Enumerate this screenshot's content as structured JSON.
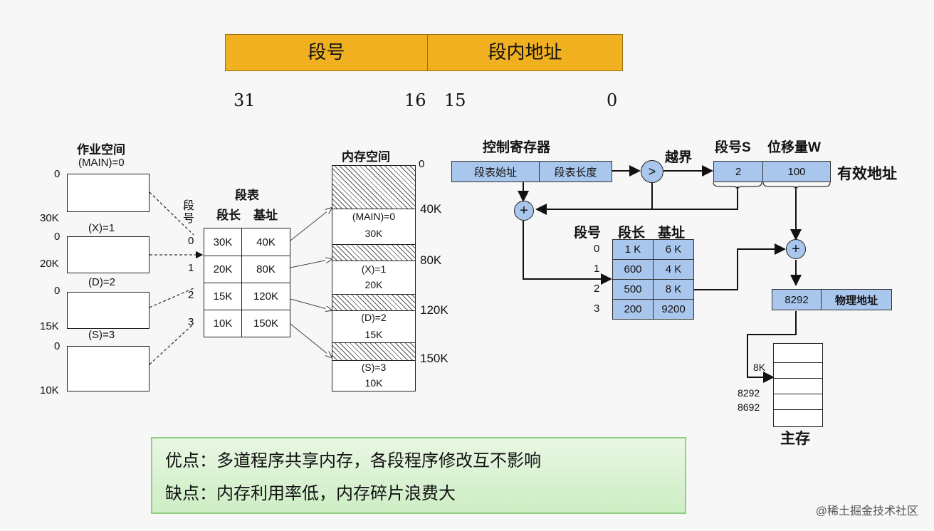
{
  "header_bar": {
    "seg_num_label": "段号",
    "seg_offset_label": "段内地址",
    "bit_31": "31",
    "bit_16": "16",
    "bit_15": "15",
    "bit_0": "0",
    "color": "#f0b020"
  },
  "job_space": {
    "title": "作业空间",
    "segments": [
      {
        "name": "(MAIN)=0",
        "top": "0",
        "bottom": "30K"
      },
      {
        "name": "(X)=1",
        "top": "0",
        "bottom": "20K"
      },
      {
        "name": "(D)=2",
        "top": "0",
        "bottom": "15K"
      },
      {
        "name": "(S)=3",
        "top": "0",
        "bottom": "10K"
      }
    ]
  },
  "segment_table": {
    "title": "段表",
    "side_label": "段号",
    "col_len": "段长",
    "col_base": "基址",
    "rows": [
      {
        "idx": "0",
        "len": "30K",
        "base": "40K"
      },
      {
        "idx": "1",
        "len": "20K",
        "base": "80K"
      },
      {
        "idx": "2",
        "len": "15K",
        "base": "120K"
      },
      {
        "idx": "3",
        "len": "10K",
        "base": "150K"
      }
    ]
  },
  "memory_space": {
    "title": "内存空间",
    "top_label": "0",
    "segments": [
      {
        "name": "(MAIN)=0",
        "size": "30K",
        "addr": "40K"
      },
      {
        "name": "(X)=1",
        "size": "20K",
        "addr": "80K"
      },
      {
        "name": "(D)=2",
        "size": "15K",
        "addr": "120K"
      },
      {
        "name": "(S)=3",
        "size": "10K",
        "addr": "150K"
      }
    ]
  },
  "translation": {
    "control_register": "控制寄存器",
    "table_start": "段表始址",
    "table_length": "段表长度",
    "compare_symbol": ">",
    "overflow": "越界",
    "seg_s": "段号S",
    "offset_w": "位移量W",
    "s_value": "2",
    "w_value": "100",
    "effective_address": "有效地址",
    "adder_symbol": "+",
    "table": {
      "col_idx": "段号",
      "col_len": "段长",
      "col_base": "基址",
      "rows": [
        {
          "idx": "0",
          "len": "1 K",
          "base": "6 K"
        },
        {
          "idx": "1",
          "len": "600",
          "base": "4 K"
        },
        {
          "idx": "2",
          "len": "500",
          "base": "8 K"
        },
        {
          "idx": "3",
          "len": "200",
          "base": "9200"
        }
      ]
    },
    "physical_value": "8292",
    "physical_label": "物理地址",
    "main_memory": "主存",
    "mem_8k": "8K",
    "mem_8292": "8292",
    "mem_8692": "8692",
    "accent_color": "#a9c6ec"
  },
  "notes": {
    "pros": "优点：多道程序共享内存，各段程序修改互不影响",
    "cons": "缺点：内存利用率低，内存碎片浪费大"
  },
  "watermark": "@稀土掘金技术社区"
}
